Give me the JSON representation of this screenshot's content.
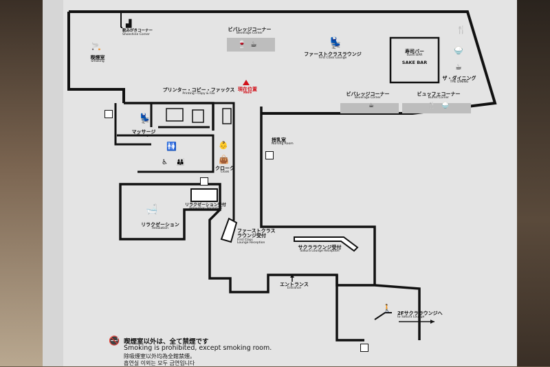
{
  "labels": {
    "smoking_jp": "喫煙室",
    "smoking_en": "Smoking",
    "shoeshine_jp": "靴みがきコーナー",
    "shoeshine_en": "Shoeshine Corner",
    "beverage_top_jp": "ビバレッジコーナー",
    "beverage_top_en": "Beverage Corner",
    "firstclass_jp": "ファーストクラスラウンジ",
    "firstclass_en": "First Class Lounge",
    "sushi_jp": "寿司バー",
    "sushi_en": "Sushi BAR",
    "sake_bar": "SAKE BAR",
    "dining_jp": "ザ・ダイニング",
    "dining_en": "THE DINING",
    "printer_jp": "プリンター・コピー・ファックス",
    "printer_en": "Printing・Copy & Fax",
    "here_jp": "現在位置",
    "here_en": "Here",
    "beverage_right_jp": "ビバレッジコーナー",
    "beverage_right_en": "Beverage Corner",
    "buffet_jp": "ビュッフェコーナー",
    "buffet_en": "Buffet Corner",
    "massage_jp": "マッサージ",
    "massage_en": "Massage",
    "nursing_jp": "授乳室",
    "nursing_en": "Nursing Room",
    "cloak_jp": "クローク",
    "cloak_en": "Cloak",
    "relax_reception_jp": "リラクゼーション受付",
    "relax_reception_en": "Relaxation Reception",
    "relaxation_jp": "リラクゼーション",
    "relaxation_en": "Relaxation",
    "fc_reception_jp": "ファーストクラス",
    "fc_reception_jp2": "ラウンジ受付",
    "fc_reception_en": "First Class",
    "fc_reception_en2": "Lounge Reception",
    "sakura_reception_jp": "サクララウンジ受付",
    "sakura_reception_en": "Sakura Lounge Reception",
    "entrance_jp": "エントランス",
    "entrance_en": "Entrance",
    "sakura_2f_jp": "2Fサクララウンジへ",
    "sakura_2f_en": "to Sakura Lounge"
  },
  "notice": {
    "jp": "喫煙室以外は、全て禁煙です",
    "en": "Smoking is prohibited, except smoking room.",
    "zh": "除吸煙室以外均為全館禁煙。",
    "ko": "흡연실 이외는 모두 금연입니다"
  },
  "colors": {
    "walls": "#111111",
    "here_marker": "#d1121b",
    "corridor": "#d0d0d0",
    "room": "#e8e8e8"
  },
  "icons": {
    "smoking": "smoking-icon",
    "shoe": "shoeshine-icon",
    "cup": "coffee-cup-icon",
    "glass": "wine-glass-icon",
    "chair": "lounge-chair-icon",
    "fork": "fork-knife-icon",
    "bowl": "rice-bowl-icon",
    "exit": "emergency-exit-icon",
    "no_smoking": "no-smoking-icon"
  }
}
